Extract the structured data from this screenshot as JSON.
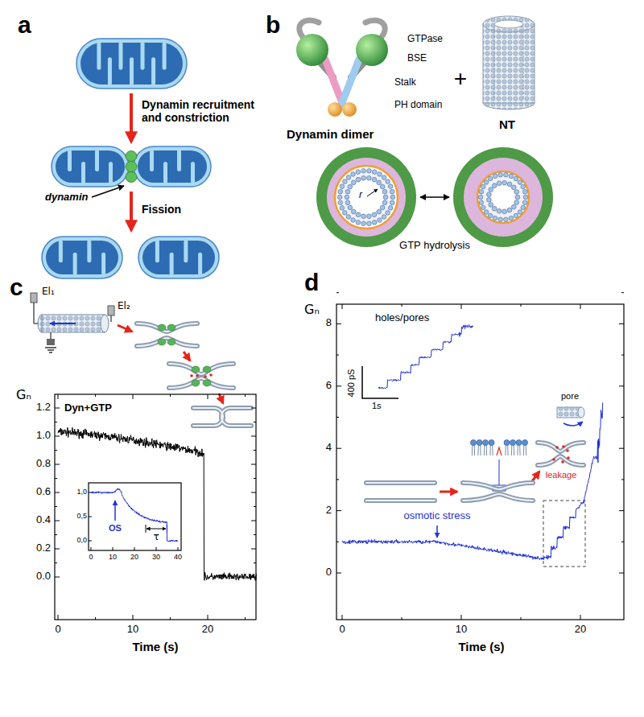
{
  "diagram": {
    "labels": [
      "a",
      "Dynamin recruitment and constriction",
      "dynamin",
      "Fission",
      "b",
      "GTPase",
      "BSE",
      "Stalk",
      "PH domain",
      "Dynamin dimer",
      "+",
      "NT",
      "r",
      "GTP hydrolysis",
      "c",
      "El₁",
      "El₂",
      "Gₙ",
      "Dyn+GTP",
      "1,0",
      "0,5",
      "0,0",
      "OS",
      "τ",
      "0",
      "10",
      "20",
      "30",
      "40",
      "1.2",
      "1.0",
      "0.8",
      "0.6",
      "0.4",
      "0.2",
      "0.0",
      "0",
      "10",
      "20",
      "Time (s)",
      "d",
      "holes/pores",
      "400 pS",
      "1s",
      "pore",
      "leakage",
      "Gₙ",
      "8",
      "6",
      "4",
      "2",
      "0",
      "osmotic stress",
      "0",
      "10",
      "20",
      "Time (s)"
    ]
  }
}
